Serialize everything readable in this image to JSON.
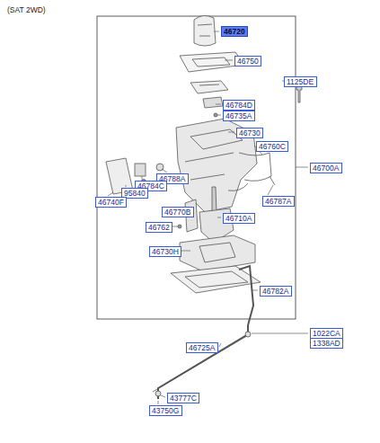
{
  "diagram": {
    "nodes": [
      {
        "text": [
          "46720"
        ]
      },
      {
        "text": [
          "46750"
        ]
      },
      {
        "text": [
          "1125DE"
        ]
      },
      {
        "text": [
          "46784D"
        ]
      },
      {
        "text": [
          "46735A"
        ]
      },
      {
        "text": [
          "46730"
        ]
      },
      {
        "text": [
          "46760C"
        ]
      },
      {
        "text": [
          "46700A"
        ]
      },
      {
        "text": [
          "46788A"
        ]
      },
      {
        "text": [
          "46784C"
        ]
      },
      {
        "text": [
          "95840"
        ]
      },
      {
        "text": [
          "46740F"
        ]
      },
      {
        "text": [
          "46787A"
        ]
      },
      {
        "text": [
          "46770B"
        ]
      },
      {
        "text": [
          "46710A"
        ]
      },
      {
        "text": [
          "46762"
        ]
      },
      {
        "text": [
          "46730H"
        ]
      },
      {
        "text": [
          "46782A"
        ]
      },
      {
        "text": [
          "1022CA"
        ]
      },
      {
        "text": [
          "1338AD"
        ]
      },
      {
        "text": [
          "46725A"
        ]
      },
      {
        "text": [
          "43777C"
        ]
      },
      {
        "text": [
          "43750G"
        ]
      }
    ],
    "labels": [
      "(SAT 2WD)"
    ]
  }
}
